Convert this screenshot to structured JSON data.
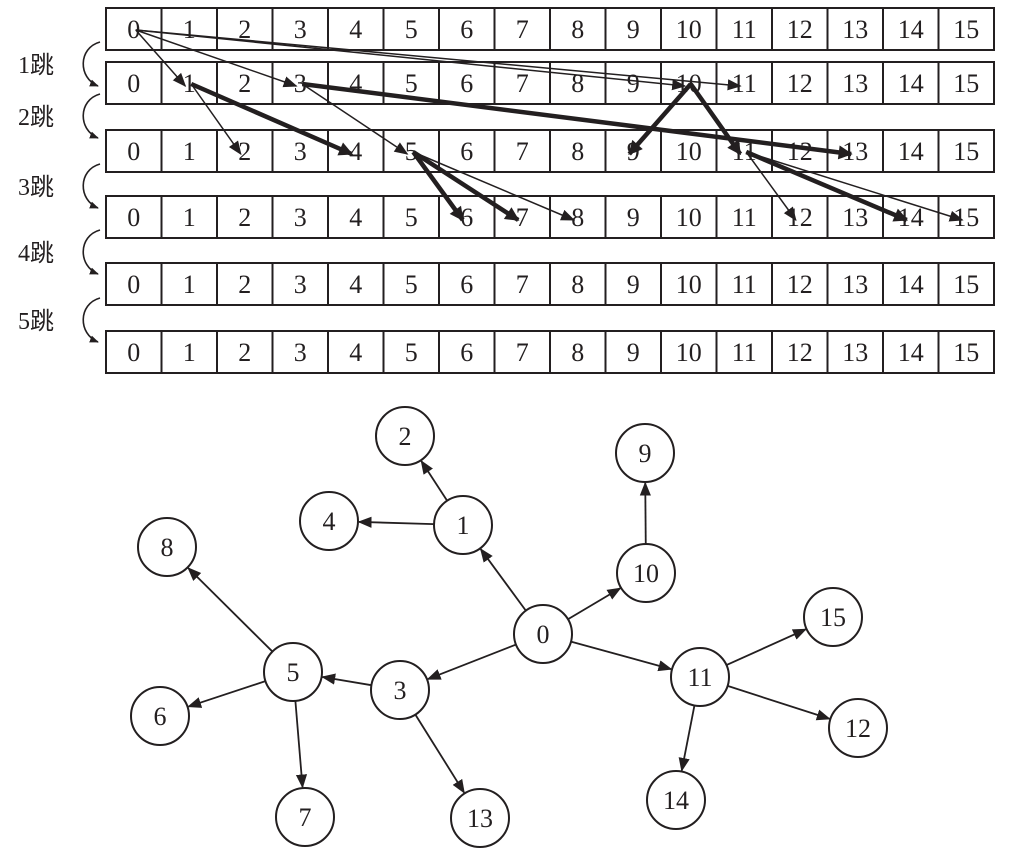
{
  "cell_labels": [
    "0",
    "1",
    "2",
    "3",
    "4",
    "5",
    "6",
    "7",
    "8",
    "9",
    "10",
    "11",
    "12",
    "13",
    "14",
    "15"
  ],
  "hop_labels": [
    "1跳",
    "2跳",
    "3跳",
    "4跳",
    "5跳"
  ],
  "row_count": 6,
  "routing_arrows": [
    {
      "from_row": 0,
      "from": 0,
      "to_row": 1,
      "to": 1,
      "weight": "thin"
    },
    {
      "from_row": 0,
      "from": 0,
      "to_row": 1,
      "to": 3,
      "weight": "thin"
    },
    {
      "from_row": 0,
      "from": 0,
      "to_row": 1,
      "to": 10,
      "weight": "thin"
    },
    {
      "from_row": 0,
      "from": 0,
      "to_row": 1,
      "to": 11,
      "weight": "thin"
    },
    {
      "from_row": 1,
      "from": 1,
      "to_row": 2,
      "to": 2,
      "weight": "thin"
    },
    {
      "from_row": 1,
      "from": 1,
      "to_row": 2,
      "to": 4,
      "weight": "bold"
    },
    {
      "from_row": 1,
      "from": 3,
      "to_row": 2,
      "to": 5,
      "weight": "thin"
    },
    {
      "from_row": 1,
      "from": 3,
      "to_row": 2,
      "to": 13,
      "weight": "bold"
    },
    {
      "from_row": 1,
      "from": 10,
      "to_row": 2,
      "to": 9,
      "weight": "bold"
    },
    {
      "from_row": 1,
      "from": 10,
      "to_row": 2,
      "to": 11,
      "weight": "bold"
    },
    {
      "from_row": 2,
      "from": 5,
      "to_row": 3,
      "to": 6,
      "weight": "bold"
    },
    {
      "from_row": 2,
      "from": 5,
      "to_row": 3,
      "to": 7,
      "weight": "bold"
    },
    {
      "from_row": 2,
      "from": 5,
      "to_row": 3,
      "to": 8,
      "weight": "thin"
    },
    {
      "from_row": 2,
      "from": 11,
      "to_row": 3,
      "to": 12,
      "weight": "thin"
    },
    {
      "from_row": 2,
      "from": 11,
      "to_row": 3,
      "to": 14,
      "weight": "bold"
    },
    {
      "from_row": 2,
      "from": 11,
      "to_row": 3,
      "to": 15,
      "weight": "thin"
    }
  ],
  "tree": {
    "nodes": [
      "0",
      "1",
      "2",
      "3",
      "4",
      "5",
      "6",
      "7",
      "8",
      "9",
      "10",
      "11",
      "12",
      "13",
      "14",
      "15"
    ],
    "edges": [
      [
        "0",
        "1"
      ],
      [
        "0",
        "3"
      ],
      [
        "0",
        "10"
      ],
      [
        "0",
        "11"
      ],
      [
        "1",
        "2"
      ],
      [
        "1",
        "4"
      ],
      [
        "3",
        "5"
      ],
      [
        "3",
        "13"
      ],
      [
        "10",
        "9"
      ],
      [
        "11",
        "12"
      ],
      [
        "11",
        "14"
      ],
      [
        "11",
        "15"
      ],
      [
        "5",
        "6"
      ],
      [
        "5",
        "7"
      ],
      [
        "5",
        "8"
      ]
    ]
  },
  "colors": {
    "ink": "#231f20",
    "background": "#ffffff"
  }
}
